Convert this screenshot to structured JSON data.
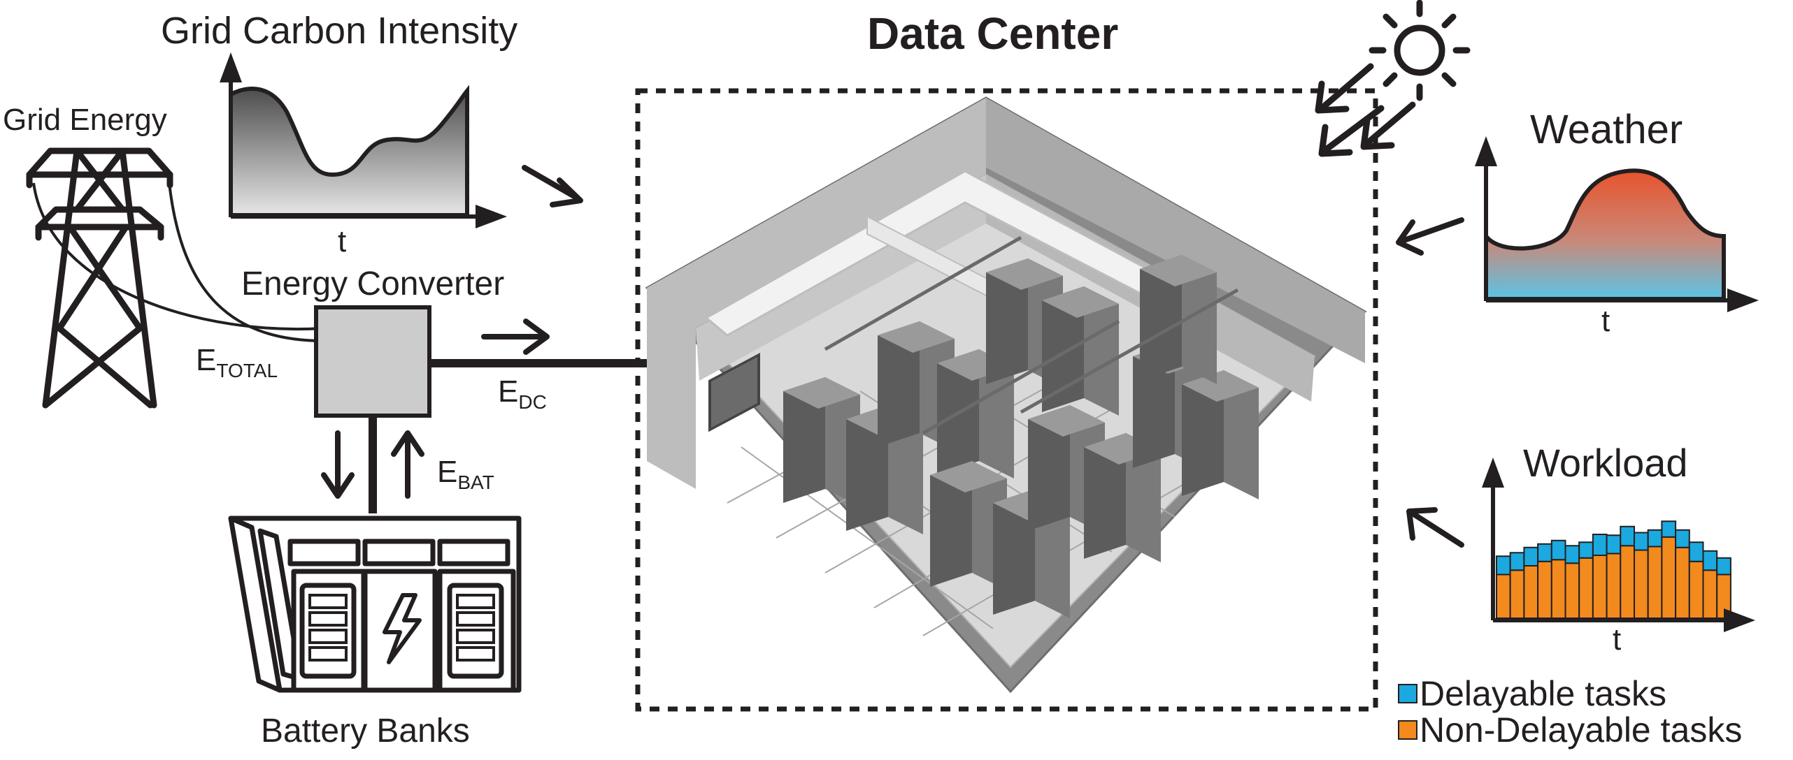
{
  "title": "Data Center",
  "labels": {
    "grid_energy": "Grid Energy",
    "grid_carbon_intensity": "Grid Carbon Intensity",
    "energy_converter": "Energy Converter",
    "battery_banks": "Battery Banks",
    "weather": "Weather",
    "workload": "Workload",
    "time_axis": "t",
    "e_total": {
      "base": "E",
      "sub": "TOTAL"
    },
    "e_dc": {
      "base": "E",
      "sub": "DC"
    },
    "e_bat": {
      "base": "E",
      "sub": "BAT"
    }
  },
  "legend": [
    {
      "label": "Delayable tasks",
      "color": "#1ba9df"
    },
    {
      "label": "Non-Delayable tasks",
      "color": "#f28a1e"
    }
  ],
  "colors": {
    "ink": "#231f20",
    "delayable": "#1ba9df",
    "non_delayable": "#f28a1e",
    "weather_top": "#e8532c",
    "weather_bottom": "#5bc3e6",
    "carbon_top": "#555555",
    "carbon_bottom": "#e6e6e6",
    "converter_fill": "#cccccc"
  },
  "icons": [
    "transmission-tower-icon",
    "sun-icon",
    "lightning-bolt-icon",
    "battery-icon",
    "server-rack-icon"
  ],
  "workload_bars": {
    "non_delayable": [
      5,
      5.5,
      6,
      6.5,
      6.7,
      6.3,
      6.9,
      7.2,
      7.4,
      8.3,
      7.8,
      8.2,
      9.3,
      8.1,
      6.5,
      5.5,
      5.0
    ],
    "delayable": [
      2.1,
      2.0,
      2.1,
      2.0,
      2.2,
      2.0,
      1.8,
      2.4,
      2.1,
      2.2,
      2.0,
      1.9,
      1.8,
      2.0,
      2.2,
      2.2,
      1.9
    ]
  }
}
